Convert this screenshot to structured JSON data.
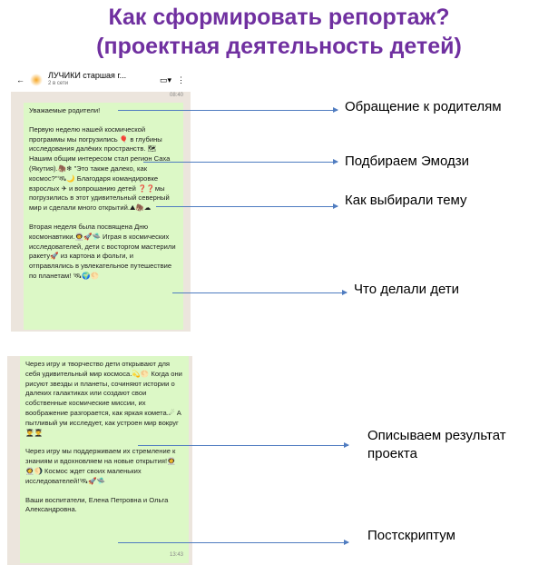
{
  "title": {
    "line1": "Как сформировать репортаж?",
    "line2": "(проектная деятельность детей)"
  },
  "chat": {
    "back_icon": "arrow-left",
    "name": "ЛУЧИКИ старшая г...",
    "status": "2 в сети",
    "video_icon": "video-camera",
    "menu_icon": "more-vertical",
    "top_time": "08:40",
    "bottom_time": "13:43"
  },
  "message1": [
    "Уважаемые родители!",
    "Первую неделю нашей космической программы мы погрузились 🎈 в глубины исследования далёких пространств. 🗺 Нашим общим интересом стал регион Саха (Якутия).🦣❄ \"Это также далеко, как космос?\"🛰🌙 Благодаря командировке взрослых ✈ и вопрошанию детей ❓❓мы погрузились в этот удивительный северный мир и сделали много открытий.⛰🦣☁",
    "Вторая неделя была посвящена Дню космонавтики.👨‍🚀🚀🛸 Играя в космических исследователей, дети с восторгом мастерили ракету🚀 из картона и фольги, и отправлялись в увлекательное путешествие по планетам! 🛰🌍🌕"
  ],
  "message2": [
    "Через игру и творчество дети открывают для себя удивительный мир космоса.💫🌕 Когда они рисуют звезды и планеты, сочиняют истории о далеких галактиках или создают свои собственные космические миссии, их воображение разгорается, как яркая комета.☄ А пытливый ум исследует, как устроен мир вокруг 👨‍🎓👨‍🎓",
    "Через игру мы поддерживаем их стремление к знаниям и вдохновляем на новые открытия!👩‍🚀👩‍🚀🌖 Космос ждет своих маленьких исследователей!🛰🚀🛸",
    "Ваши воспитатели, Елена Петровна и Ольга Александровна."
  ],
  "annotations": [
    "Обращение к родителям",
    "Подбираем Эмодзи",
    "Как выбирали тему",
    "Что делали дети",
    "Описываем результат проекта",
    "Постскриптум"
  ],
  "colors": {
    "title": "#7030a0",
    "arrow": "#4f7cc0",
    "bubble": "#dcf8c6"
  }
}
